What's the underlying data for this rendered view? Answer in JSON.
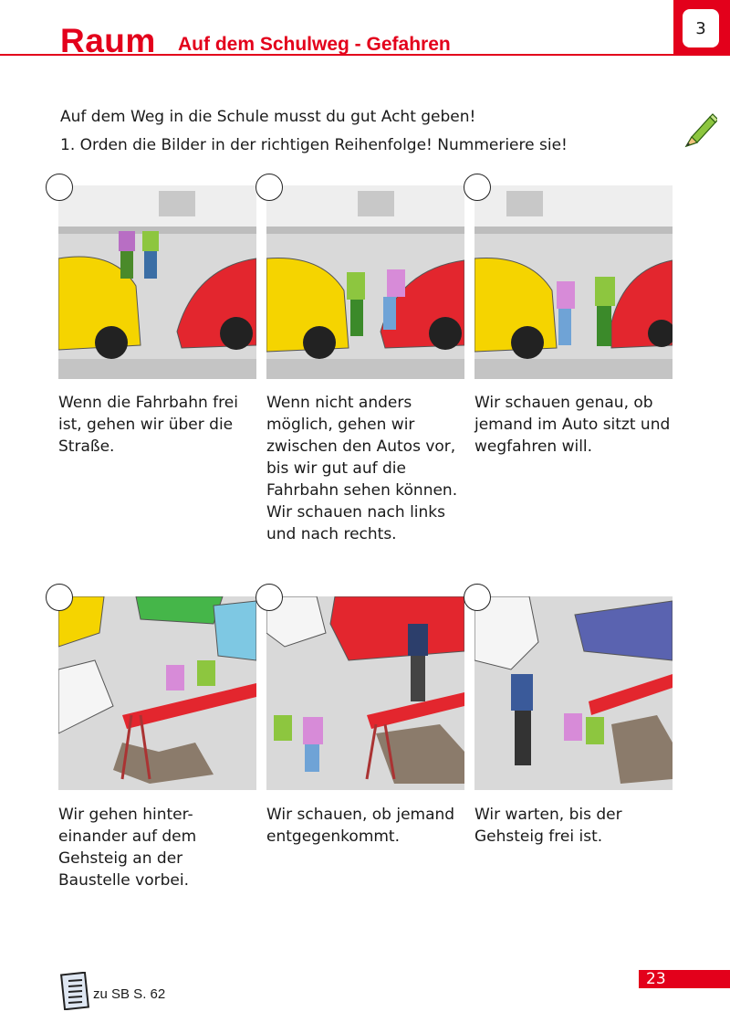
{
  "header": {
    "title": "Raum",
    "subtitle": "Auf dem Schulweg - Gefahren",
    "page_tab": "3"
  },
  "intro": "Auf dem Weg in die Schule musst du gut Acht geben!",
  "task": "1.  Orden die Bilder in der richtigen Reihenfolge! Nummeriere sie!",
  "captions": [
    "Wenn die Fahrbahn frei ist, gehen wir über die Straße.",
    "Wenn nicht anders möglich, gehen wir zwischen den Autos vor, bis wir gut auf die Fahrbahn sehen können. Wir schauen nach links und nach rechts.",
    "Wir schauen genau, ob jemand im Auto sitzt und wegfahren will.",
    "Wir gehen hinter-einander auf dem Gehsteig an der Baustelle vorbei.",
    "Wir schauen, ob jemand entgegenkommt.",
    "Wir warten, bis der Gehsteig frei ist."
  ],
  "footer": {
    "page_number": "23",
    "reference": "zu SB S. 62"
  },
  "icons": [
    "pencil-icon",
    "notebook-icon"
  ],
  "colors": {
    "accent": "#e3001b"
  }
}
